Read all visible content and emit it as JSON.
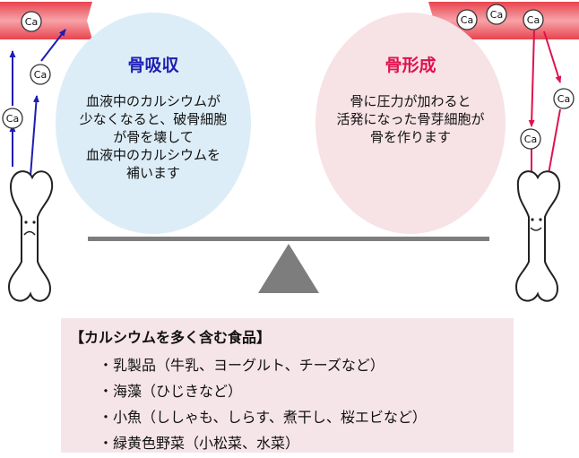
{
  "diagram": {
    "ion_label": "Ca",
    "resorption": {
      "title": "骨吸収",
      "lines": [
        "血液中のカルシウムが",
        "少なくなると、破骨細胞",
        "が骨を壊して",
        "血液中のカルシウムを",
        "補います"
      ]
    },
    "formation": {
      "title": "骨形成",
      "lines": [
        "骨に圧力が加わると",
        "活発になった骨芽細胞が",
        "骨を作ります"
      ]
    }
  },
  "foods": {
    "title": "【カルシウムを多く含む食品】",
    "items": [
      "・乳製品（牛乳、ヨーグルト、チーズなど）",
      "・海藻（ひじきなど）",
      "・小魚（ししゃも、しらす、煮干し、桜エビなど）",
      "・緑黄色野菜（小松菜、水菜）"
    ]
  },
  "colors": {
    "vessel": "#f4666e",
    "resorption_accent": "#1d1db4",
    "formation_accent": "#e0114e",
    "resorption_bg": "#dcedf7",
    "formation_bg": "#f7e2e6",
    "food_bg": "#f6e5e8",
    "seesaw": "#7d7d7d"
  }
}
